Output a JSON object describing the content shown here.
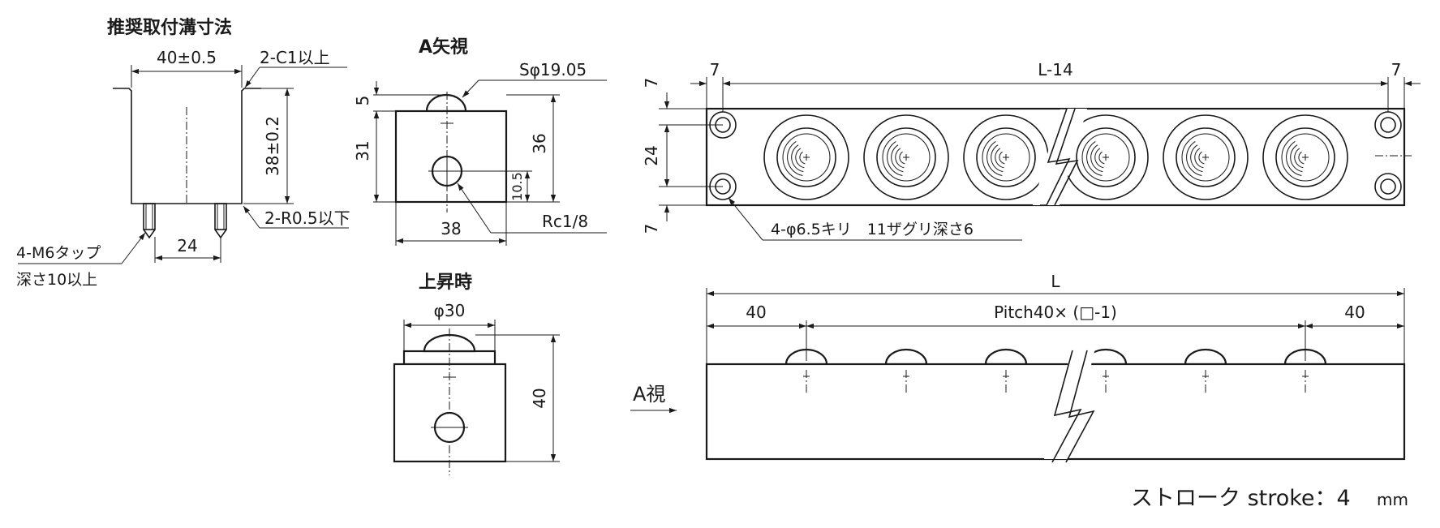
{
  "groove_view": {
    "title": "推奨取付溝寸法",
    "width_dim": "40±0.5",
    "chamfer_note": "2-C1以上",
    "depth_dim": "38±0.2",
    "radius_note": "2-R0.5以下",
    "pitch_dim": "24",
    "tap_note_line1": "4-M6タップ",
    "tap_note_line2": "深さ10以上"
  },
  "a_view": {
    "title": "A矢視",
    "ball_dim": "Sφ19.05",
    "dim_5": "5",
    "dim_31": "31",
    "dim_36": "36",
    "dim_10_5": "10.5",
    "dim_38": "38",
    "port_note": "Rc1/8"
  },
  "raised_view": {
    "title": "上昇時",
    "dia_dim": "φ30",
    "height_dim": "40"
  },
  "top_view": {
    "dim_left_7": "7",
    "dim_length": "L-14",
    "dim_right_7": "7",
    "dim_top_7": "7",
    "dim_24": "24",
    "dim_bottom_7": "7",
    "hole_note": "4-φ6.5キリ　11ザグリ深さ6"
  },
  "front_view": {
    "total_length": "L",
    "end_left": "40",
    "pitch_note": "Pitch40× (□-1)",
    "end_right": "40",
    "view_label": "A視"
  },
  "stroke_note": {
    "label": "ストローク  stroke：4",
    "unit": "mm"
  }
}
